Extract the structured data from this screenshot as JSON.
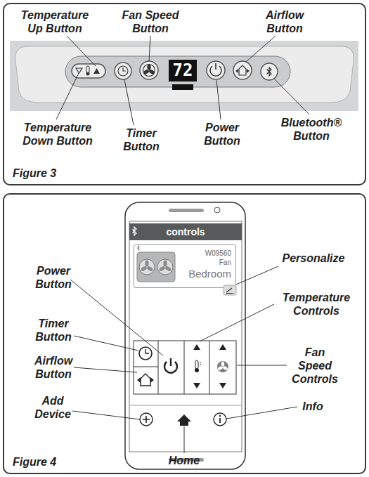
{
  "diagram": {
    "nodes": [
      {
        "text": [
          "Figure 3"
        ]
      },
      {
        "text": [
          "72"
        ],
        "in": 0
      },
      {
        "text": [
          "Figure 4"
        ]
      },
      {
        "text": [
          "controls"
        ],
        "in": 2
      },
      {
        "text": [
          "W09560",
          "Fan",
          "Bedroom"
        ],
        "in": 2
      }
    ],
    "labels": [
      "Temperature Up Button",
      "Fan Speed Button",
      "Airflow Button",
      "Temperature Down Button",
      "Timer Button",
      "Power Button",
      "Bluetooth® Button",
      "Personalize",
      "Power Button",
      "Temperature Controls",
      "Timer Button",
      "Airflow Button",
      "Fan Speed Controls",
      "Add Device",
      "Info",
      "Home"
    ]
  }
}
